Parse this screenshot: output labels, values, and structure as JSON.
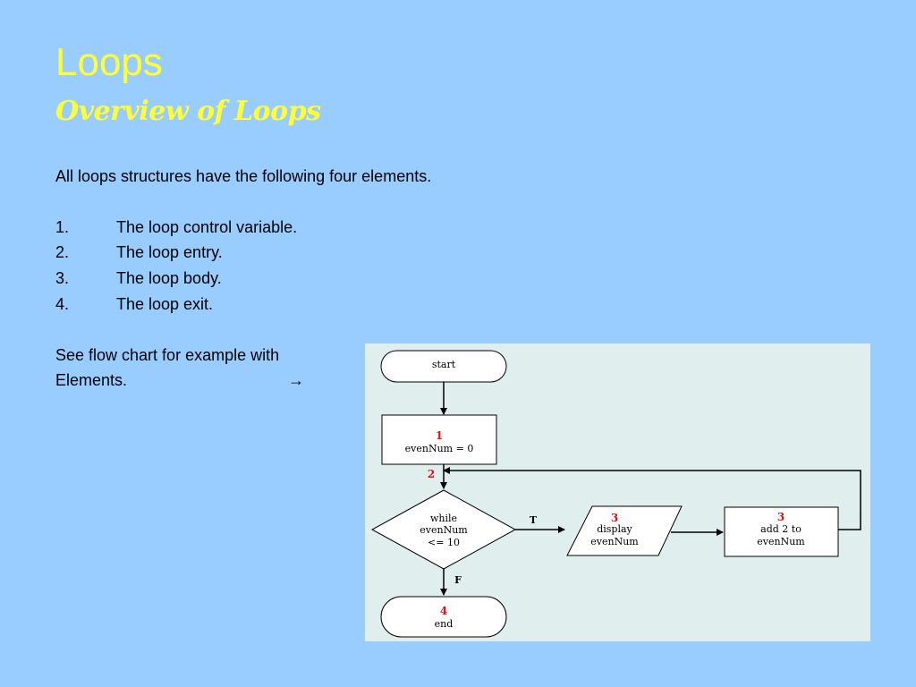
{
  "slide": {
    "title": "Loops",
    "subtitle": "Overview of Loops",
    "intro": "All loops structures have the following four elements.",
    "list": [
      {
        "num": "1.",
        "text": "The loop control variable."
      },
      {
        "num": "2.",
        "text": "The loop entry."
      },
      {
        "num": "3.",
        "text": "The loop body."
      },
      {
        "num": "4.",
        "text": "The loop exit."
      }
    ],
    "note_line1": "See flow chart for example with",
    "note_line2": "Elements.",
    "arrow_glyph": "→"
  },
  "flowchart": {
    "start": "start",
    "init_num": "1",
    "init_text": "evenNum = 0",
    "loop_num": "2",
    "decision_line1": "while",
    "decision_line2": "evenNum",
    "decision_line3": "<= 10",
    "true_label": "T",
    "false_label": "F",
    "display_num": "3",
    "display_line1": "display",
    "display_line2": "evenNum",
    "add_num": "3",
    "add_line1": "add 2 to",
    "add_line2": "evenNum",
    "end_num": "4",
    "end_text": "end"
  }
}
